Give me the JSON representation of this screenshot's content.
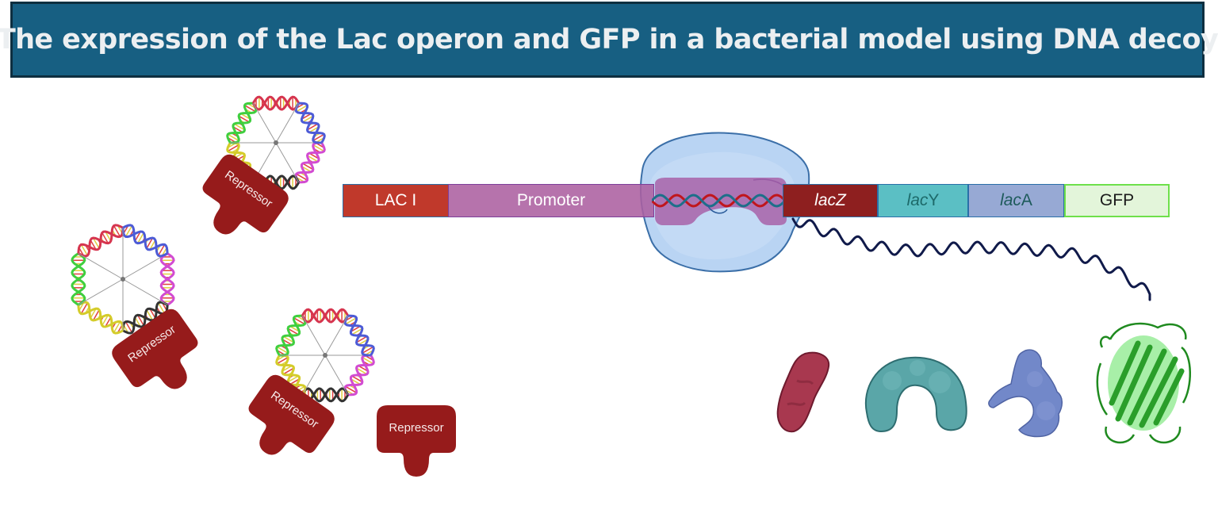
{
  "title": "The expression of the Lac operon and GFP in a bacterial model using DNA decoy",
  "operon": {
    "segments": [
      {
        "id": "laci",
        "label": "LAC I",
        "italic_part": "",
        "rest": "LAC I",
        "fill": "#c0392b",
        "text_color": "#ffffff"
      },
      {
        "id": "promoter",
        "label": "Promoter",
        "italic_part": "",
        "rest": "Promoter",
        "fill": "#b471a8",
        "text_color": "#ffffff"
      },
      {
        "id": "lacz",
        "label": "lacZ",
        "italic_part": "lac",
        "rest": "Z",
        "fill": "#8e1f1f",
        "text_color": "#ffffff"
      },
      {
        "id": "lacy",
        "label": "lacY",
        "italic_part": "lac",
        "rest": "Y",
        "fill": "#5bbfc4",
        "text_color": "#1d6a6a"
      },
      {
        "id": "laca",
        "label": "lacA",
        "italic_part": "lac",
        "rest": "A",
        "fill": "#97a9d4",
        "text_color": "#1d5a5a"
      },
      {
        "id": "gfp",
        "label": "GFP",
        "italic_part": "",
        "rest": "GFP",
        "fill": "#e3f5da",
        "text_color": "#1a1a1a"
      }
    ]
  },
  "repressors": [
    {
      "label": "Repressor",
      "state": "bound-to-decoy"
    },
    {
      "label": "Repressor",
      "state": "bound-to-decoy"
    },
    {
      "label": "Repressor",
      "state": "bound-to-decoy"
    },
    {
      "label": "Repressor",
      "state": "free"
    }
  ],
  "decoys": [
    {
      "name": "dna-decoy-nanostructure",
      "strand_colors": [
        "#d24bd2",
        "#333333",
        "#d4cc2a",
        "#3fcf3f",
        "#d6354f",
        "#4d5bd6"
      ]
    },
    {
      "name": "dna-decoy-nanostructure",
      "strand_colors": [
        "#d24bd2",
        "#333333",
        "#d4cc2a",
        "#3fcf3f",
        "#d6354f",
        "#4d5bd6"
      ]
    },
    {
      "name": "dna-decoy-nanostructure",
      "strand_colors": [
        "#d24bd2",
        "#333333",
        "#d4cc2a",
        "#3fcf3f",
        "#d6354f",
        "#4d5bd6"
      ]
    }
  ],
  "proteins": [
    {
      "name": "beta-galactosidase",
      "gene": "lacZ",
      "color": "#a8384f"
    },
    {
      "name": "lactose-permease",
      "gene": "lacY",
      "color": "#5aa6a8"
    },
    {
      "name": "transacetylase",
      "gene": "lacA",
      "color": "#7288c9"
    },
    {
      "name": "green-fluorescent-protein",
      "gene": "GFP",
      "color": "#2fb52f"
    }
  ],
  "colors": {
    "title_bg": "#175f82",
    "title_border": "#0e2f40",
    "repressor": "#961b1b",
    "ribosome": "#b9d4f3",
    "rna_polymerase": "#a869a8",
    "mrna": "#101a4a",
    "dna_strand_a": "#c0161c",
    "dna_strand_b": "#1d6f8a"
  }
}
